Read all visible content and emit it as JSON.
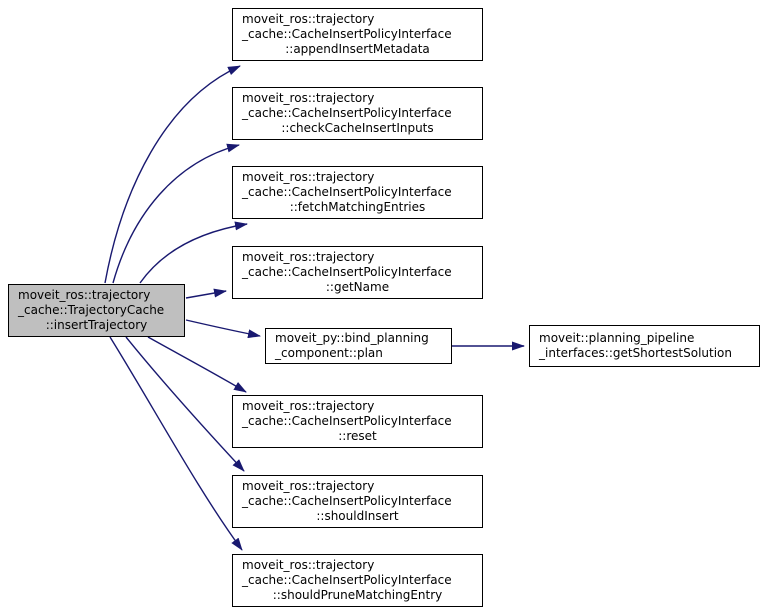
{
  "graph": {
    "kind": "call-graph",
    "colors": {
      "edge": "#191970",
      "node_border": "#000000",
      "root_fill": "#bfbfbf",
      "node_fill": "#ffffff",
      "background": "#ffffff"
    },
    "nodes": {
      "root": {
        "lines": [
          "moveit_ros::trajectory",
          "_cache::TrajectoryCache",
          "::insertTrajectory"
        ]
      },
      "append": {
        "lines": [
          "moveit_ros::trajectory",
          "_cache::CacheInsertPolicyInterface",
          "::appendInsertMetadata"
        ]
      },
      "check": {
        "lines": [
          "moveit_ros::trajectory",
          "_cache::CacheInsertPolicyInterface",
          "::checkCacheInsertInputs"
        ]
      },
      "fetch": {
        "lines": [
          "moveit_ros::trajectory",
          "_cache::CacheInsertPolicyInterface",
          "::fetchMatchingEntries"
        ]
      },
      "getname": {
        "lines": [
          "moveit_ros::trajectory",
          "_cache::CacheInsertPolicyInterface",
          "::getName"
        ]
      },
      "plan": {
        "lines": [
          "moveit_py::bind_planning",
          "_component::plan"
        ]
      },
      "shortest": {
        "lines": [
          "moveit::planning_pipeline",
          "_interfaces::getShortestSolution"
        ]
      },
      "reset": {
        "lines": [
          "moveit_ros::trajectory",
          "_cache::CacheInsertPolicyInterface",
          "::reset"
        ]
      },
      "shouldinsert": {
        "lines": [
          "moveit_ros::trajectory",
          "_cache::CacheInsertPolicyInterface",
          "::shouldInsert"
        ]
      },
      "shouldprune": {
        "lines": [
          "moveit_ros::trajectory",
          "_cache::CacheInsertPolicyInterface",
          "::shouldPruneMatchingEntry"
        ]
      }
    },
    "edges": [
      {
        "from": "root",
        "to": "append"
      },
      {
        "from": "root",
        "to": "check"
      },
      {
        "from": "root",
        "to": "fetch"
      },
      {
        "from": "root",
        "to": "getname"
      },
      {
        "from": "root",
        "to": "plan"
      },
      {
        "from": "root",
        "to": "reset"
      },
      {
        "from": "root",
        "to": "shouldinsert"
      },
      {
        "from": "root",
        "to": "shouldprune"
      },
      {
        "from": "plan",
        "to": "shortest"
      }
    ]
  }
}
